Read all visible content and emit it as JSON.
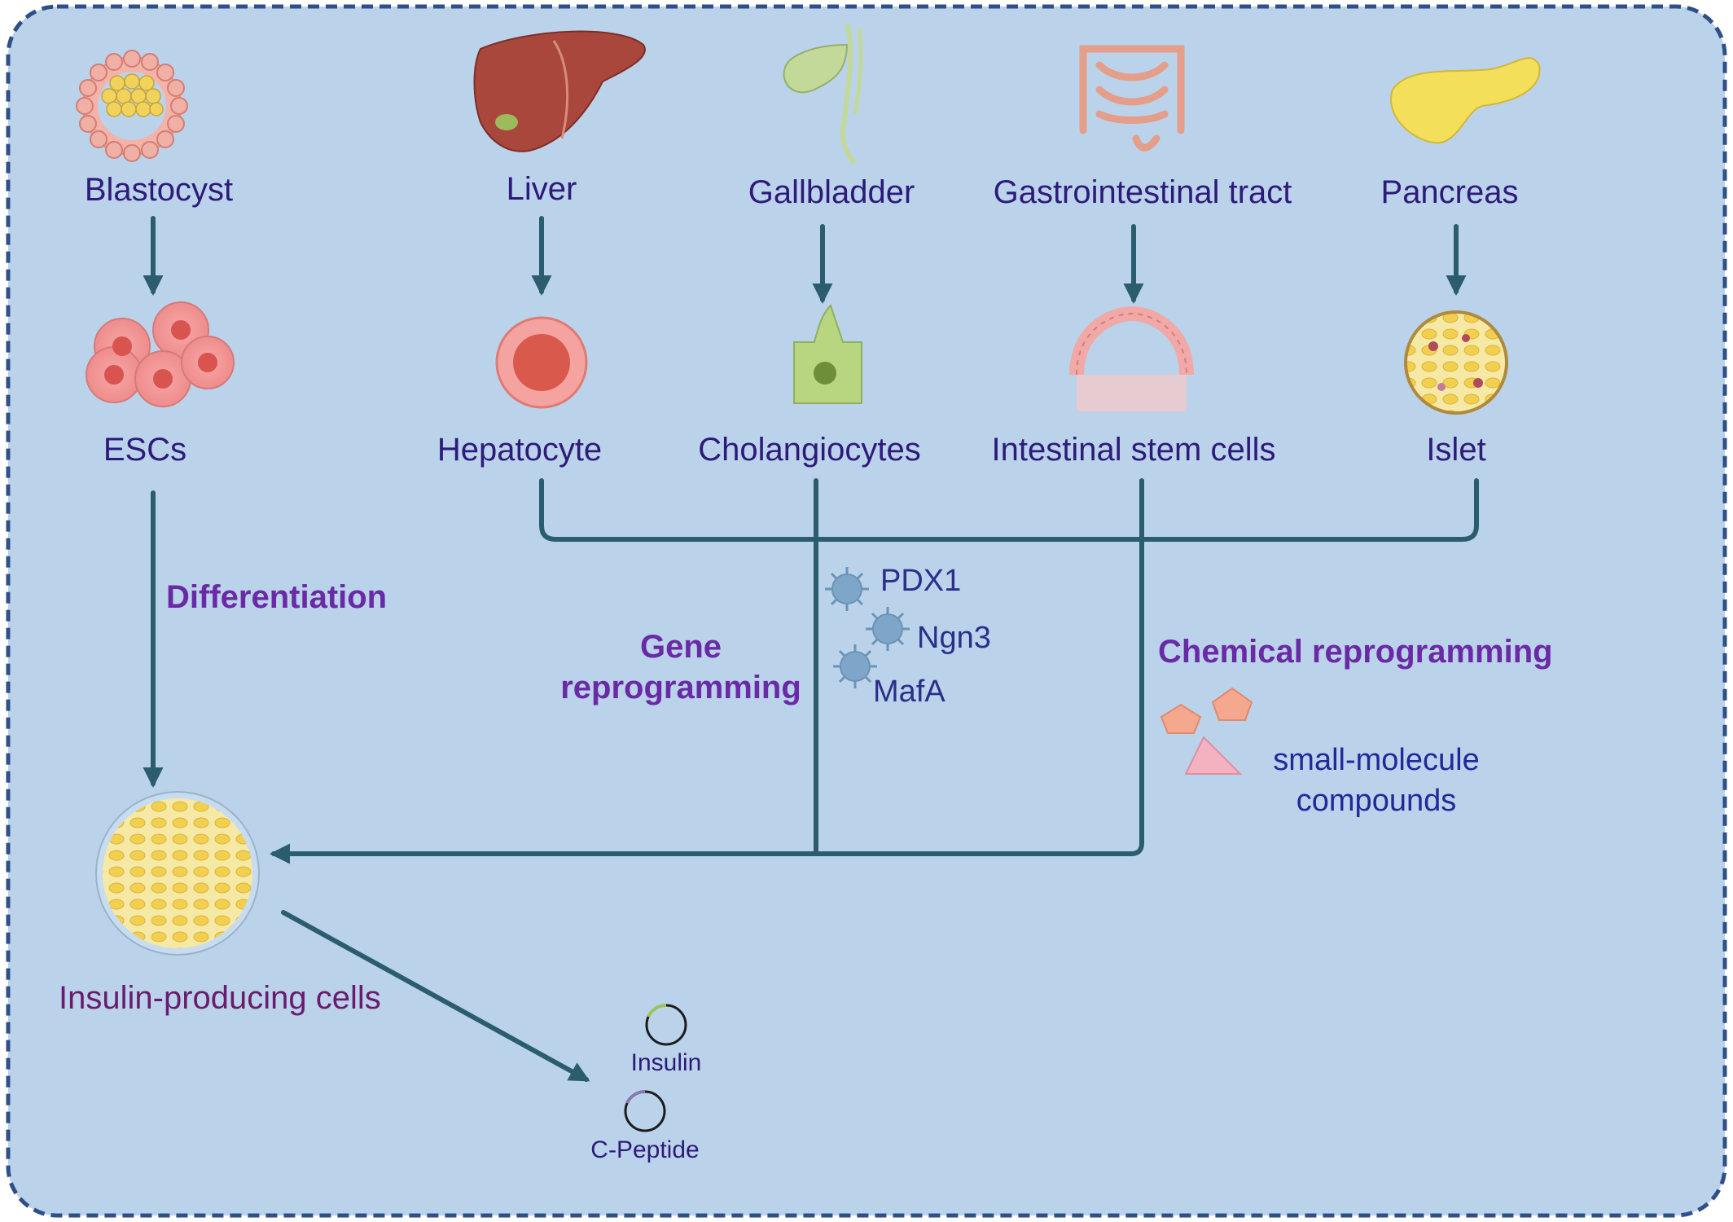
{
  "organs": {
    "blastocyst": "Blastocyst",
    "liver": "Liver",
    "gallbladder": "Gallbladder",
    "gi_tract": "Gastrointestinal tract",
    "pancreas": "Pancreas"
  },
  "cells": {
    "escs": "ESCs",
    "hepatocyte": "Hepatocyte",
    "cholangiocytes": "Cholangiocytes",
    "intestinal_stem_cells": "Intestinal stem cells",
    "islet": "Islet"
  },
  "processes": {
    "differentiation": "Differentiation",
    "gene_line1": "Gene",
    "gene_line2": "reprogramming",
    "chemical": "Chemical reprogramming"
  },
  "factors": [
    "PDX1",
    "Ngn3",
    "MafA"
  ],
  "compounds": {
    "line1": "small-molecule",
    "line2": "compounds"
  },
  "target": "Insulin-producing cells",
  "products": {
    "insulin": "Insulin",
    "c_peptide": "C-Peptide"
  },
  "colors": {
    "background": "#bad3ea",
    "border": "#2f4f86",
    "arrow": "#2b5d6e",
    "organ_text": "#2e1a7a",
    "process_text": "#6a2aa6",
    "target_text": "#6a1b6e"
  }
}
